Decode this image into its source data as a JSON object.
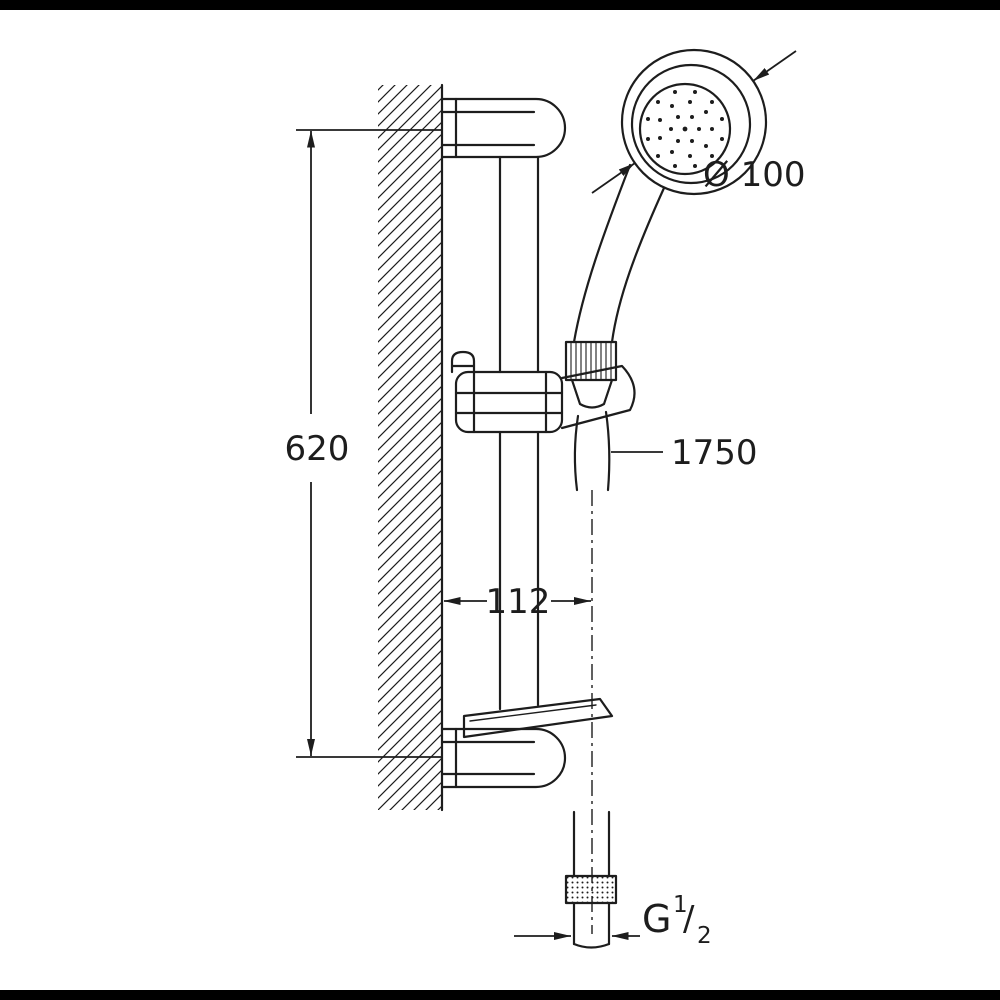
{
  "drawing": {
    "background": "#ffffff",
    "line_color": "#1d1d1d",
    "frame_bar_color": "#000000",
    "subject": "shower-rail-set-side-elevation"
  },
  "labels": {
    "rail_length": "620",
    "head_diameter": "Ø 100",
    "hose_length": "1750",
    "wall_distance": "112",
    "thread_g": "G",
    "thread_numerator": "1",
    "thread_slash": "/",
    "thread_denominator": "2"
  }
}
